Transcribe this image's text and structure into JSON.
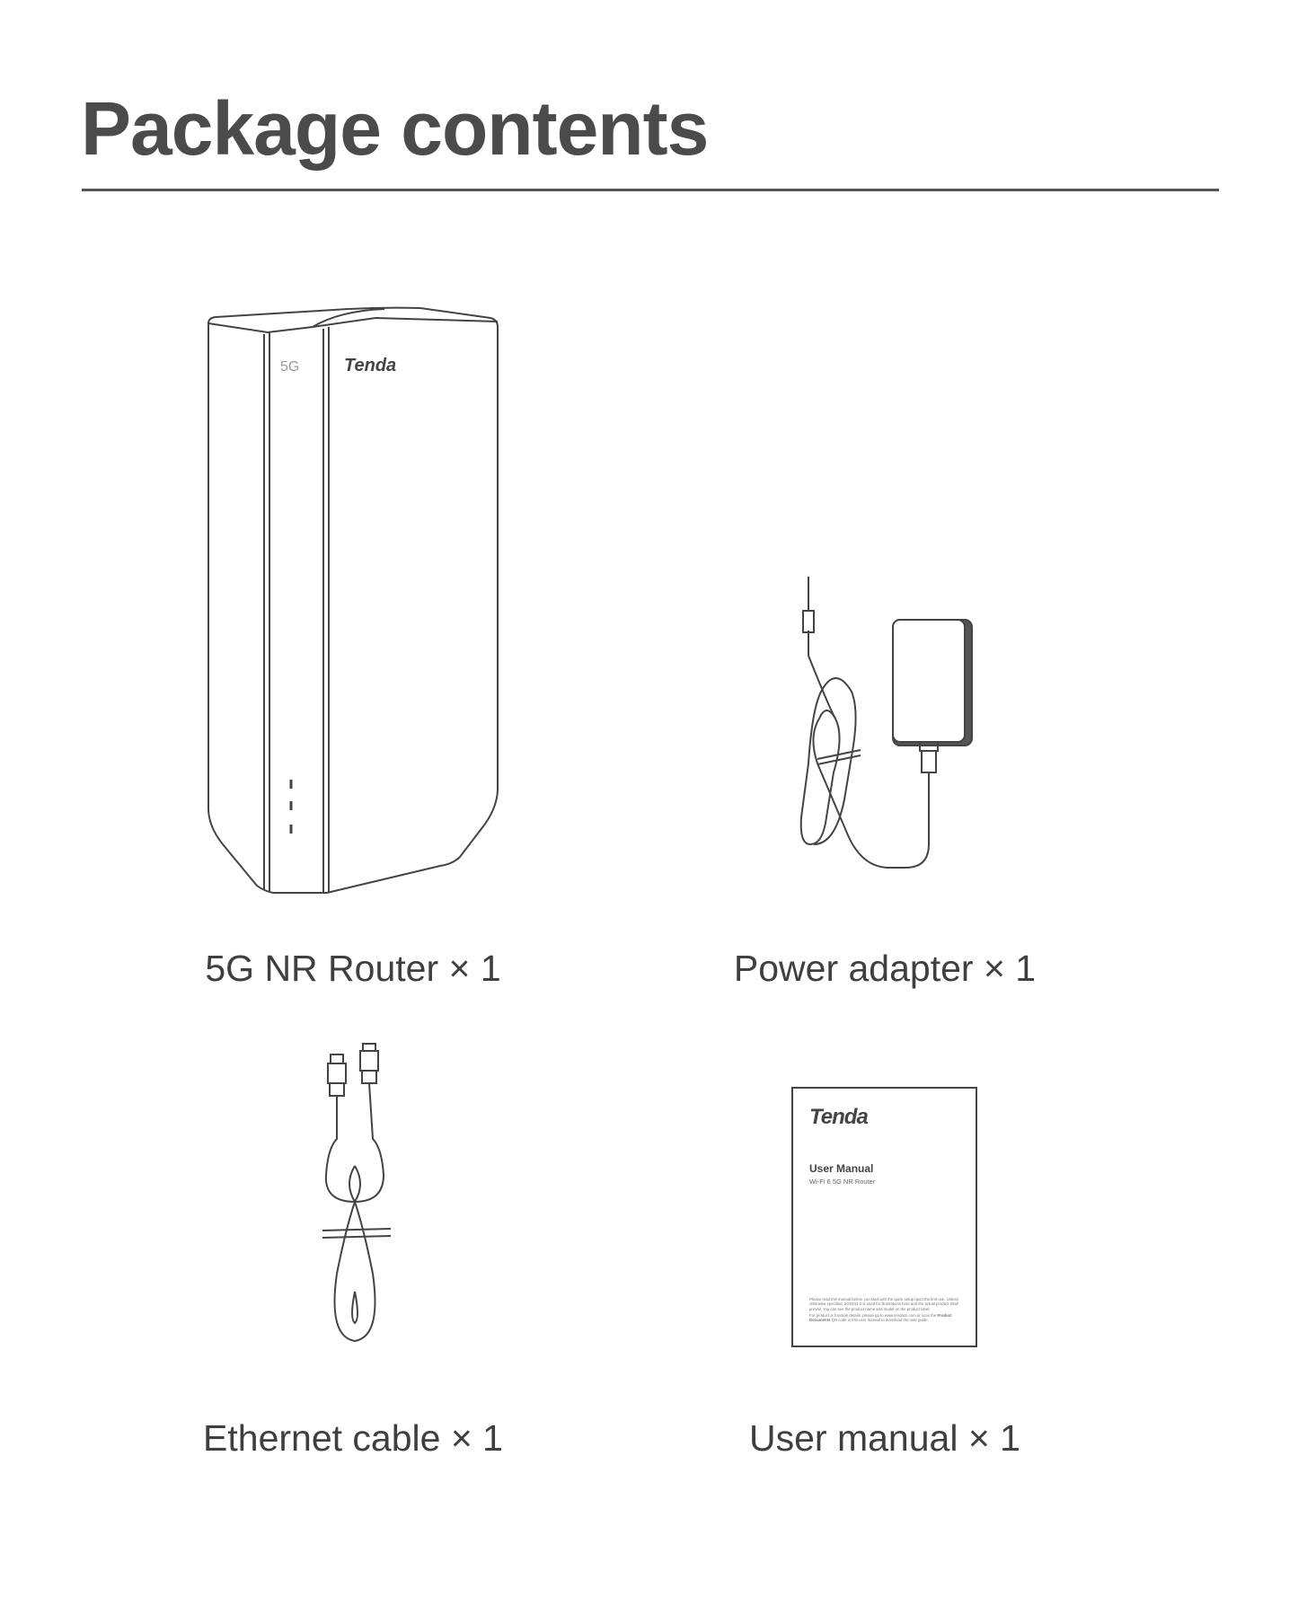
{
  "page": {
    "title": "Package contents"
  },
  "items": [
    {
      "label": "5G NR Router × 1",
      "icon": "router-illustration",
      "brand": "Tenda",
      "badge": "5G"
    },
    {
      "label": "Power adapter × 1",
      "icon": "power-adapter-illustration"
    },
    {
      "label": "Ethernet cable × 1",
      "icon": "ethernet-cable-illustration"
    },
    {
      "label": "User manual × 1",
      "icon": "user-manual-illustration"
    }
  ],
  "manual": {
    "brand": "Tenda",
    "title": "User Manual",
    "subtitle": "Wi-Fi 6 5G NR Router",
    "fine_print_1": "Please read this manual before you start with the quick setup upon the first use. Unless otherwise specified, 5G03V1.0 is used for illustrations here and the actual product shall prevail. You can see the product name and model on the product label.",
    "fine_print_2_pre": "For product or function details, please go to www.tendacn.com or scan the ",
    "fine_print_2_bold": "Product Documents",
    "fine_print_2_post": " QR code in this user manual to download the user guide."
  },
  "colors": {
    "text": "#4a4a4a",
    "line": "#444444",
    "background": "#ffffff"
  }
}
